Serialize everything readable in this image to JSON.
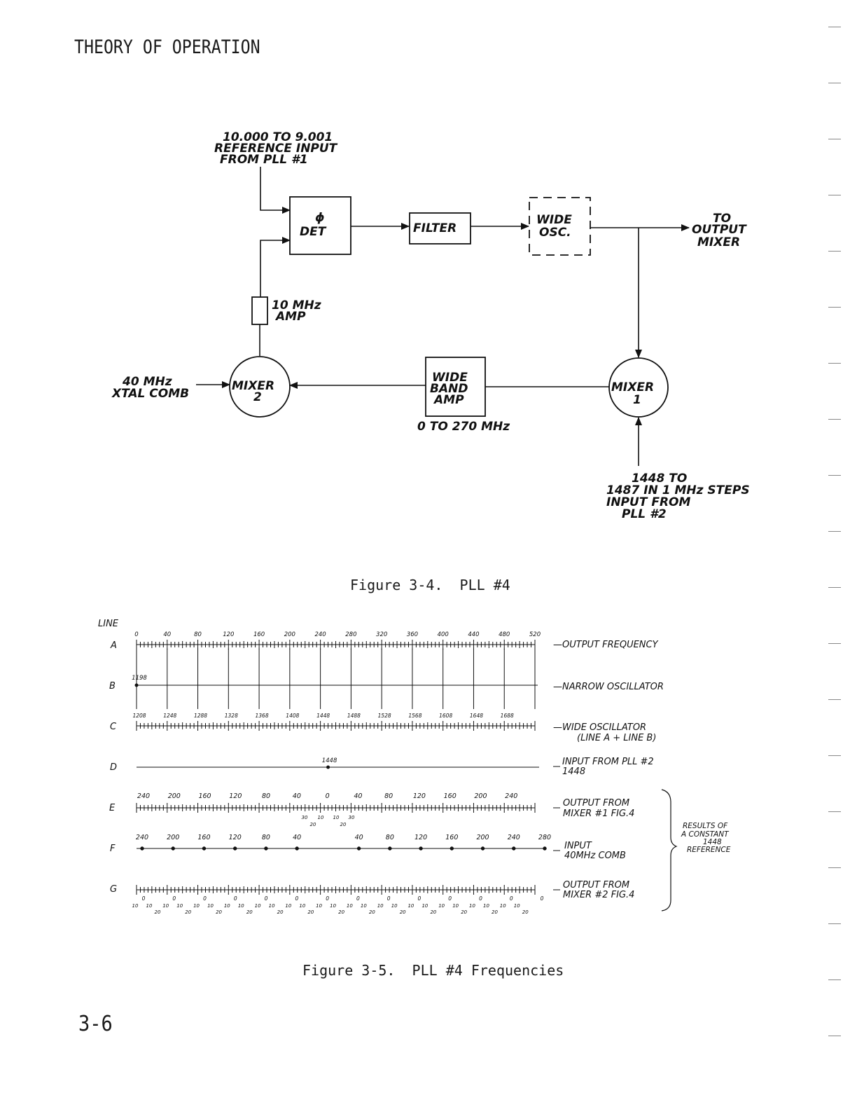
{
  "header": "THEORY OF OPERATION",
  "page_number": "3-6",
  "figure1": {
    "caption": "Figure 3-4.  PLL #4",
    "reference_input": [
      "10.000 TO 9.001",
      "REFERENCE INPUT",
      "FROM PLL #1"
    ],
    "phase_det": [
      "ϕ",
      "DET"
    ],
    "filter": "FILTER",
    "wide_osc": [
      "WIDE",
      "OSC."
    ],
    "to_output_mixer": [
      "TO",
      "OUTPUT",
      "MIXER"
    ],
    "amp_10mhz": [
      "10 MHz",
      "AMP"
    ],
    "xtal_comb": [
      "40 MHz",
      "XTAL COMB"
    ],
    "mixer2": [
      "MIXER",
      "2"
    ],
    "wide_band_amp": [
      "WIDE",
      "BAND",
      "AMP"
    ],
    "wide_band_range": "0 TO 270 MHz",
    "mixer1": [
      "MIXER",
      "1"
    ],
    "pll2_input": [
      "1448 TO",
      "1487 IN 1 MHz STEPS",
      "INPUT FROM",
      "PLL #2"
    ]
  },
  "figure2": {
    "caption": "Figure 3-5.  PLL #4 Frequencies",
    "line_header": "LINE",
    "rows": [
      {
        "letter": "A",
        "label": [
          "—OUTPUT FREQUENCY"
        ]
      },
      {
        "letter": "B",
        "label": [
          "—NARROW OSCILLATOR"
        ]
      },
      {
        "letter": "C",
        "label": [
          "—WIDE OSCILLATOR",
          "(LINE A + LINE B)"
        ]
      },
      {
        "letter": "D",
        "label": [
          "INPUT FROM PLL #2",
          "1448"
        ]
      },
      {
        "letter": "E",
        "label": [
          "OUTPUT FROM",
          "MIXER #1 FIG.4"
        ]
      },
      {
        "letter": "F",
        "label": [
          "INPUT",
          "40MHz COMB"
        ]
      },
      {
        "letter": "G",
        "label": [
          "OUTPUT FROM",
          "MIXER #2  FIG.4"
        ]
      }
    ],
    "a_ticks": [
      "0",
      "40",
      "80",
      "120",
      "160",
      "200",
      "240",
      "280",
      "320",
      "360",
      "400",
      "440",
      "480",
      "520"
    ],
    "b_value": "1198",
    "c_ticks": [
      "1208",
      "1248",
      "1288",
      "1328",
      "1368",
      "1408",
      "1448",
      "1488",
      "1528",
      "1568",
      "1608",
      "1648",
      "1688"
    ],
    "d_value": "1448",
    "e_ticks": [
      "240",
      "200",
      "160",
      "120",
      "80",
      "40",
      "0",
      "40",
      "80",
      "120",
      "160",
      "200",
      "240"
    ],
    "e_sub": [
      "30",
      "10",
      "10",
      "30",
      "20",
      "20"
    ],
    "f_ticks": [
      "240",
      "200",
      "160",
      "120",
      "80",
      "40",
      "40",
      "80",
      "120",
      "160",
      "200",
      "240",
      "280"
    ],
    "g_top": "0",
    "g_pair": [
      "10",
      "10"
    ],
    "g_bottom": "20",
    "brace_note": [
      "RESULTS OF",
      "A CONSTANT",
      "1448",
      "REFERENCE"
    ]
  }
}
